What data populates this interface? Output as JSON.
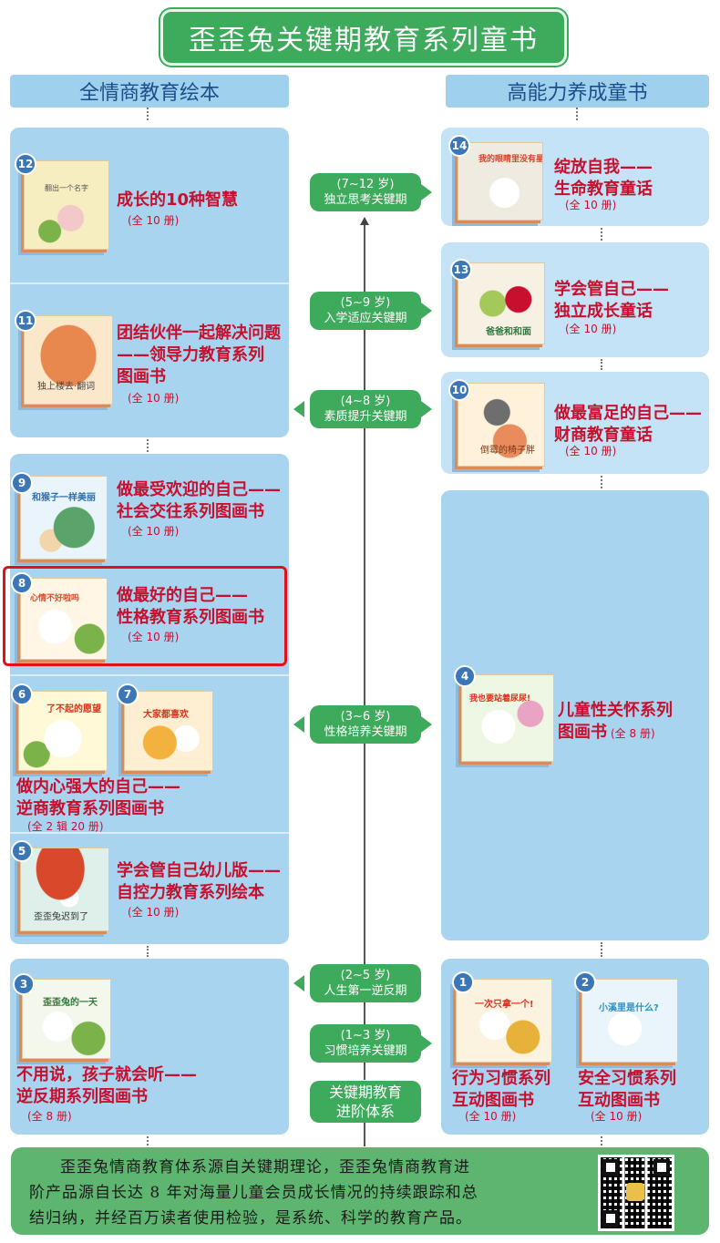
{
  "title": "歪歪兔关键期教育系列童书",
  "left_header": "全情商教育绘本",
  "right_header": "高能力养成童书",
  "colors": {
    "green": "#3daa5c",
    "panel_blue": "#a8d4f0",
    "red_text": "#c8102e",
    "badge_blue": "#3b76b6"
  },
  "stages": [
    {
      "age": "(7~12 岁)",
      "label": "独立思考关键期"
    },
    {
      "age": "(5~9 岁)",
      "label": "入学适应关键期"
    },
    {
      "age": "(4~8 岁)",
      "label": "素质提升关键期"
    },
    {
      "age": "(3~6 岁)",
      "label": "性格培养关键期"
    },
    {
      "age": "(2~5 岁)",
      "label": "人生第一逆反期"
    },
    {
      "age": "(1~3 岁)",
      "label": "习惯培养关键期"
    }
  ],
  "base_stage": {
    "line1": "关键期教育",
    "line2": "进阶体系"
  },
  "left_books": [
    {
      "num": "12",
      "title_lines": [
        "成长的10种智慧"
      ],
      "count": "(全 10 册)",
      "cover": "翻出一个名字"
    },
    {
      "num": "11",
      "title_lines": [
        "团结伙伴一起解决问题",
        "——领导力教育系列",
        "图画书"
      ],
      "count": "(全 10 册)",
      "cover": "独上楼去·翻词"
    },
    {
      "num": "9",
      "title_lines": [
        "做最受欢迎的自己——",
        "社会交往系列图画书"
      ],
      "count": "(全 10 册)",
      "cover": "和猴子一样美丽"
    },
    {
      "num": "8",
      "title_lines": [
        "做最好的自己——",
        "性格教育系列图画书"
      ],
      "count": "(全 10 册)",
      "cover": "心情不好啦吗"
    },
    {
      "num": "6",
      "cover": "了不起的愿望"
    },
    {
      "num": "7",
      "cover": "大家都喜欢"
    },
    {
      "num": "5",
      "title_lines": [
        "学会管自己幼儿版——",
        "自控力教育系列绘本"
      ],
      "count": "(全 10 册)",
      "cover": "歪歪兔迟到了"
    },
    {
      "num": "3",
      "title_lines": [
        "不用说，孩子就会听——",
        "逆反期系列图画书"
      ],
      "count": "(全 8 册)",
      "cover": "歪歪兔的一天"
    }
  ],
  "group_6_7": {
    "title_lines": [
      "做内心强大的自己——",
      "逆商教育系列图画书"
    ],
    "count": "(全 2 辑 20 册)"
  },
  "right_books": [
    {
      "num": "14",
      "title_lines": [
        "绽放自我——",
        "生命教育童话"
      ],
      "count": "(全 10 册)",
      "cover": "我的眼睛里没有星星"
    },
    {
      "num": "13",
      "title_lines": [
        "学会管自己——",
        "独立成长童话"
      ],
      "count": "(全 10 册)",
      "cover": "爸爸和和面"
    },
    {
      "num": "10",
      "title_lines": [
        "做最富足的自己——",
        "财商教育童话"
      ],
      "count": "(全 10 册)",
      "cover": "倒霉的椅子胖"
    },
    {
      "num": "4",
      "title_lines": [
        "儿童性关怀系列",
        "图画书"
      ],
      "count": "(全 8 册)",
      "cover": "我也要站着尿尿!"
    },
    {
      "num": "1",
      "title_lines": [
        "行为习惯系列",
        "互动图画书"
      ],
      "count": "(全 10 册)",
      "cover": "一次只拿一个!"
    },
    {
      "num": "2",
      "title_lines": [
        "安全习惯系列",
        "互动图画书"
      ],
      "count": "(全 10 册)",
      "cover": "小溪里是什么?"
    }
  ],
  "footer": {
    "lines": [
      "歪歪兔情商教育体系源自关键期理论，歪歪兔情商教育进",
      "阶产品源自长达 8 年对海量儿童会员成长情况的持续跟踪和总",
      "结归纳，并经百万读者使用检验，是系统、科学的教育产品。"
    ]
  }
}
